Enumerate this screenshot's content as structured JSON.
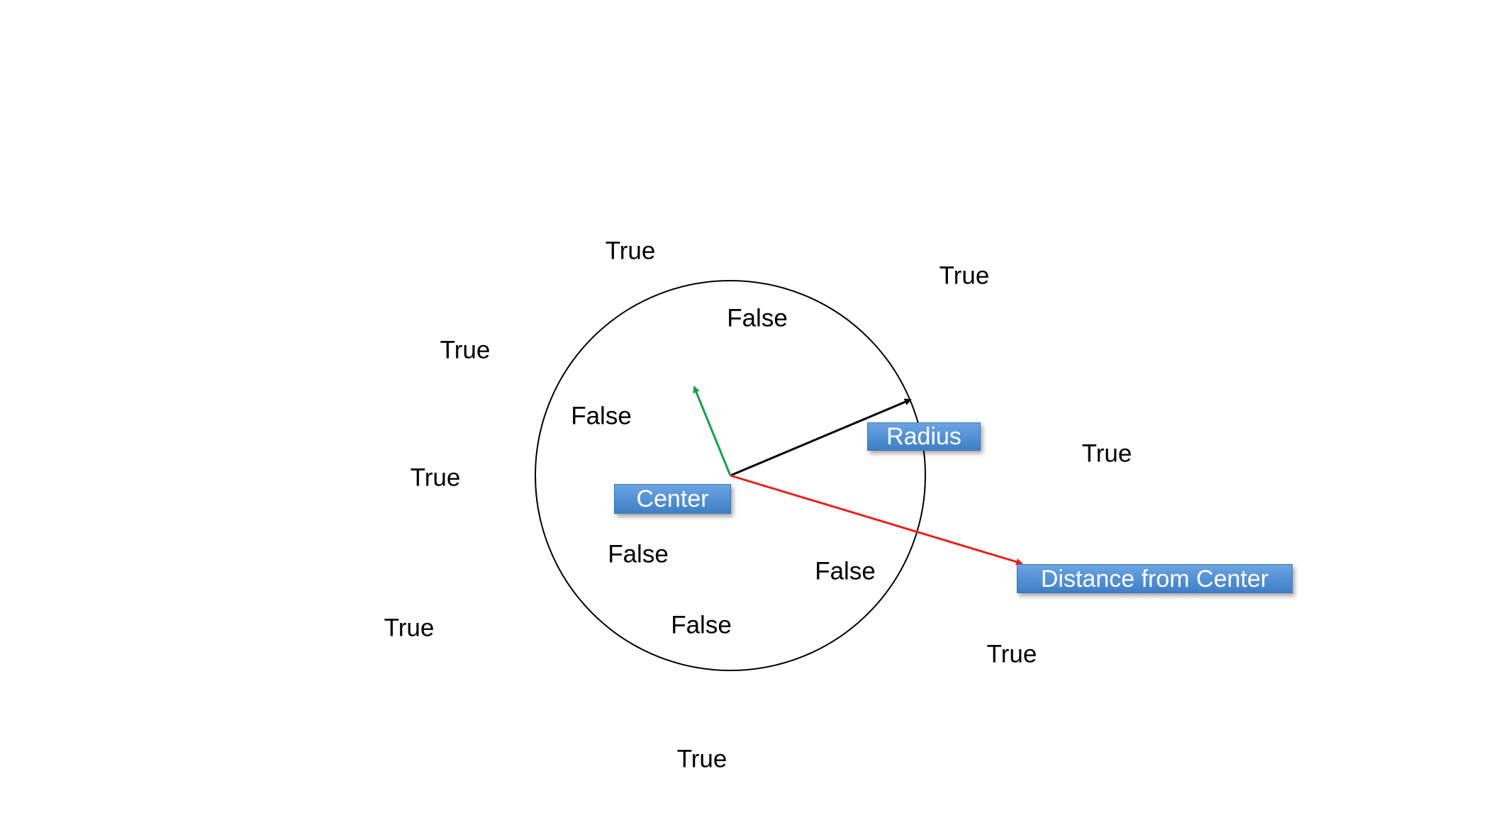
{
  "labels": {
    "center": "Center",
    "radius": "Radius",
    "distance": "Distance from Center"
  },
  "points": {
    "true_text": "True",
    "false_text": "False"
  },
  "colors": {
    "circle": "#000000",
    "radius_arrow": "#000000",
    "distance_arrow": "#e8201c",
    "inner_arrow": "#15a24a",
    "tag_fill_top": "#6aa4e2",
    "tag_fill_bottom": "#3f7fc6"
  }
}
